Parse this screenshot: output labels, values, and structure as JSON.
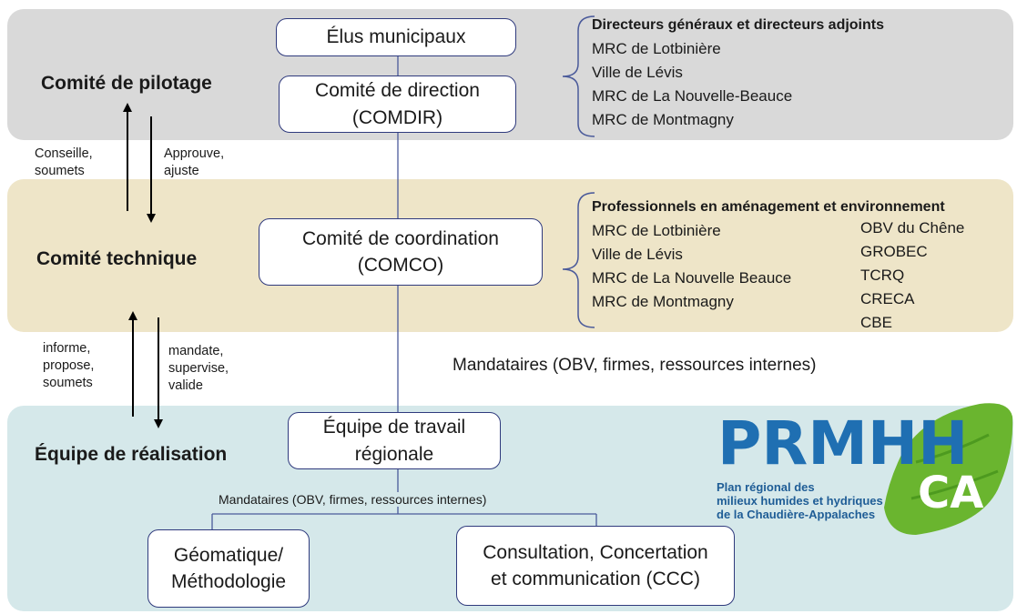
{
  "levels": {
    "pilotage": "Comité de pilotage",
    "technique": "Comité technique",
    "realisation": "Équipe de réalisation"
  },
  "boxes": {
    "elus": "Élus municipaux",
    "comdir_line1": "Comité de direction",
    "comdir_line2": "(COMDIR)",
    "comco_line1": "Comité de coordination",
    "comco_line2": "(COMCO)",
    "equipe_line1": "Équipe de travail",
    "equipe_line2": "régionale",
    "geomatique_line1": "Géomatique/",
    "geomatique_line2": "Méthodologie",
    "ccc_line1": "Consultation, Concertation",
    "ccc_line2": "et communication (CCC)"
  },
  "directeurs": {
    "header": "Directeurs généraux et directeurs adjoints",
    "items": [
      "MRC de Lotbinière",
      "Ville de Lévis",
      "MRC de La Nouvelle-Beauce",
      "MRC de Montmagny"
    ]
  },
  "professionnels": {
    "header": "Professionnels en aménagement et environnement",
    "left": [
      "MRC de Lotbinière",
      "Ville de Lévis",
      "MRC de La Nouvelle Beauce",
      "MRC de Montmagny"
    ],
    "right": [
      "OBV du Chêne",
      "GROBEC",
      "TCRQ",
      "CRECA",
      "CBE"
    ]
  },
  "arrows_top": {
    "up_line1": "Conseille,",
    "up_line2": "soumets",
    "down_line1": "Approuve,",
    "down_line2": "ajuste"
  },
  "arrows_bottom": {
    "up_line1": "informe,",
    "up_line2": "propose,",
    "up_line3": "soumets",
    "down_line1": "mandate,",
    "down_line2": "supervise,",
    "down_line3": "valide"
  },
  "mandataires": {
    "big": "Mandataires (OBV, firmes, ressources internes)",
    "small": "Mandataires (OBV, firmes, ressources internes)"
  },
  "logo": {
    "wordmark": "PRMHH",
    "ca": "CA",
    "caption_line1": "Plan régional des",
    "caption_line2": "milieux humides et hydriques",
    "caption_line3": "de la Chaudière-Appalaches"
  },
  "colors": {
    "band_pilotage": "#d9d9d9",
    "band_technique": "#eee5c8",
    "band_realisation": "#d5e8ea",
    "box_border": "#2f3a7d",
    "logo_blue": "#1f6fb2",
    "logo_green": "#6ab52f"
  }
}
